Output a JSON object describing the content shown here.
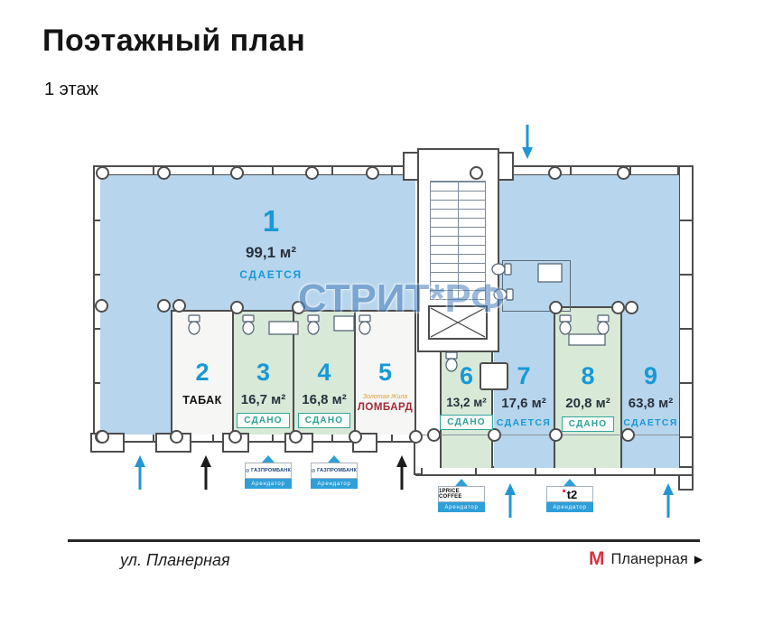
{
  "header": {
    "title": "Поэтажный план",
    "subtitle": "1 этаж"
  },
  "watermark": "СТРИТ*РФ",
  "units": [
    {
      "number": "1",
      "area": "99,1 м²",
      "status": "СДАЕТСЯ"
    },
    {
      "number": "2",
      "tenant": "ТАБАК"
    },
    {
      "number": "3",
      "area": "16,7 м²",
      "status": "СДАНО"
    },
    {
      "number": "4",
      "area": "16,8 м²",
      "status": "СДАНО"
    },
    {
      "number": "5",
      "brand": "Золотая Жила",
      "tenant": "ЛОМБАРД"
    },
    {
      "number": "6",
      "area": "13,2 м²",
      "status": "СДАНО"
    },
    {
      "number": "7",
      "area": "17,6 м²",
      "status": "СДАЕТСЯ"
    },
    {
      "number": "8",
      "area": "20,8 м²",
      "status": "СДАНО"
    },
    {
      "number": "9",
      "area": "63,8 м²",
      "status": "СДАЕТСЯ"
    }
  ],
  "badges": [
    {
      "brand": "ГАЗПРОМБАНК",
      "label": "Арендатор"
    },
    {
      "brand": "ГАЗПРОМБАНК",
      "label": "Арендатор"
    },
    {
      "brand": "1PRICE COFFEE",
      "label": "Арендатор"
    },
    {
      "brand": "t2",
      "label": "Арендатор"
    }
  ],
  "street": {
    "name": "ул. Планерная",
    "metro_letter": "М",
    "metro_name": "Планерная",
    "arrow_glyph": "▶"
  },
  "colors": {
    "available_blue": "#1899d6",
    "rented_teal": "#2fa198",
    "unit_fill_blue": "#b7d5ec",
    "unit_fill_green": "#d8e9d8",
    "badge_strip_blue": "#2e9fd8",
    "metro_red": "#d6333f",
    "arrow_blue": "#2196d3",
    "arrow_black": "#1c1c1c"
  }
}
